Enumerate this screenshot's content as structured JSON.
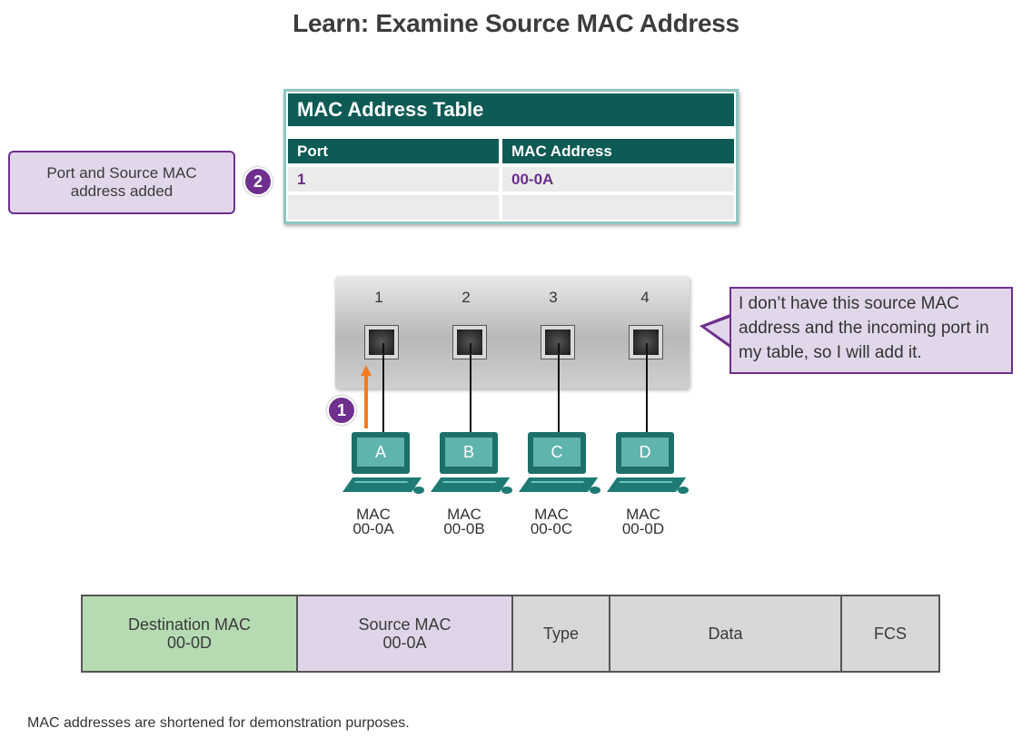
{
  "title": "Learn: Examine Source MAC Address",
  "callout_table": {
    "step": "2",
    "text": "Port and Source MAC address added"
  },
  "mac_table": {
    "title": "MAC Address Table",
    "headers": [
      "Port",
      "MAC Address"
    ],
    "rows": [
      {
        "port": "1",
        "mac": "00-0A"
      },
      {
        "port": "",
        "mac": ""
      }
    ]
  },
  "switch": {
    "ports": [
      "1",
      "2",
      "3",
      "4"
    ]
  },
  "callout_switch": {
    "text": "I don’t have this source MAC address and the incoming port in my table, so I will add it."
  },
  "arrow_step": "1",
  "hosts": [
    {
      "name": "A",
      "mac_label": "MAC",
      "mac": "00-0A"
    },
    {
      "name": "B",
      "mac_label": "MAC",
      "mac": "00-0B"
    },
    {
      "name": "C",
      "mac_label": "MAC",
      "mac": "00-0C"
    },
    {
      "name": "D",
      "mac_label": "MAC",
      "mac": "00-0D"
    }
  ],
  "frame": [
    {
      "label": "Destination MAC",
      "value": "00-0D",
      "color": "#b6dbb3"
    },
    {
      "label": "Source MAC",
      "value": "00-0A",
      "color": "#e0d5e8"
    },
    {
      "label": "Type",
      "value": "",
      "color": "#d8d8d8"
    },
    {
      "label": "Data",
      "value": "",
      "color": "#d8d8d8"
    },
    {
      "label": "FCS",
      "value": "",
      "color": "#d8d8d8"
    }
  ],
  "colors": {
    "teal_dark": "#0e5a55",
    "purple": "#6e2f8e",
    "orange": "#f07c22"
  },
  "footnote": "MAC addresses are shortened for demonstration purposes."
}
